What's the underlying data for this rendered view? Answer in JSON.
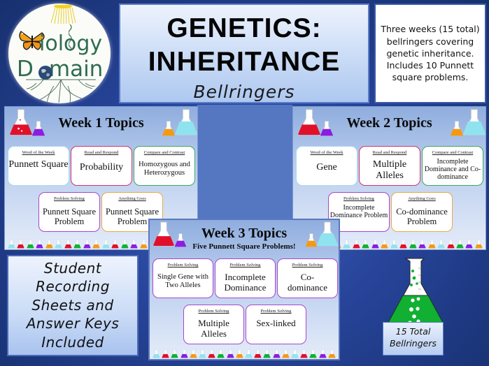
{
  "logo": {
    "line1": "iology",
    "line2": "D",
    "line2b": "main",
    "brand_color": "#2f6d4f",
    "icons": [
      "butterfly-icon",
      "sun-icon",
      "globe-icon",
      "roots-icon",
      "dna-icon"
    ]
  },
  "title": {
    "line1": "GENETICS:",
    "line2": "INHERITANCE",
    "line3": "Bellringers"
  },
  "description": {
    "text": "Three weeks (15 total) bellringers covering genetic inheritance. Includes 10 Punnett square problems."
  },
  "week1": {
    "title": "Week 1 Topics",
    "cards": [
      {
        "category": "Word of the Week",
        "topic": "Punnett Square",
        "border": "#a9d8ef"
      },
      {
        "category": "Read and Respond",
        "topic": "Probability",
        "border": "#d2336a"
      },
      {
        "category": "Compare and Contrast",
        "topic": "Homozygous and Heterozygous",
        "border": "#3aa862"
      },
      {
        "category": "Problem Solving",
        "topic": "Punnett Square Problem",
        "border": "#a648c9"
      },
      {
        "category": "Anything Goes",
        "topic": "Punnett Square Problem",
        "border": "#f0a840"
      }
    ]
  },
  "week2": {
    "title": "Week 2 Topics",
    "cards": [
      {
        "category": "Word of the Week",
        "topic": "Gene",
        "border": "#a9d8ef"
      },
      {
        "category": "Read and Respond",
        "topic": "Multiple Alleles",
        "border": "#d2336a"
      },
      {
        "category": "Compare and Contrast",
        "topic": "Incomplete Dominance and Co-dominance",
        "border": "#3aa862"
      },
      {
        "category": "Problem Solving",
        "topic": "Incomplete Dominance Problem",
        "border": "#a648c9"
      },
      {
        "category": "Anything Goes",
        "topic": "Co-dominance Problem",
        "border": "#f0a840"
      }
    ]
  },
  "week3": {
    "title": "Week 3 Topics",
    "subtitle": "Five Punnett Square Problems!",
    "cards": [
      {
        "category": "Problem Solving",
        "topic": "Single Gene with Two Alleles",
        "border": "#a648c9"
      },
      {
        "category": "Problem Solving",
        "topic": "Incomplete Dominance",
        "border": "#a648c9"
      },
      {
        "category": "Problem Solving",
        "topic": "Co-dominance",
        "border": "#a648c9"
      },
      {
        "category": "Problem Solving",
        "topic": "Multiple Alleles",
        "border": "#a648c9"
      },
      {
        "category": "Problem Solving",
        "topic": "Sex-linked",
        "border": "#a648c9"
      }
    ]
  },
  "student_box": {
    "lines": [
      "Student",
      "Recording",
      "Sheets and",
      "Answer Keys",
      "Included"
    ]
  },
  "total_box": {
    "line1": "15 Total",
    "line2": "Bellringers"
  },
  "colors": {
    "background": "#27449a",
    "flask_red": "#e0102a",
    "flask_purple": "#8a1ee0",
    "flask_orange": "#f39a12",
    "flask_cyan": "#8fe3ef",
    "flask_green": "#12b032"
  }
}
